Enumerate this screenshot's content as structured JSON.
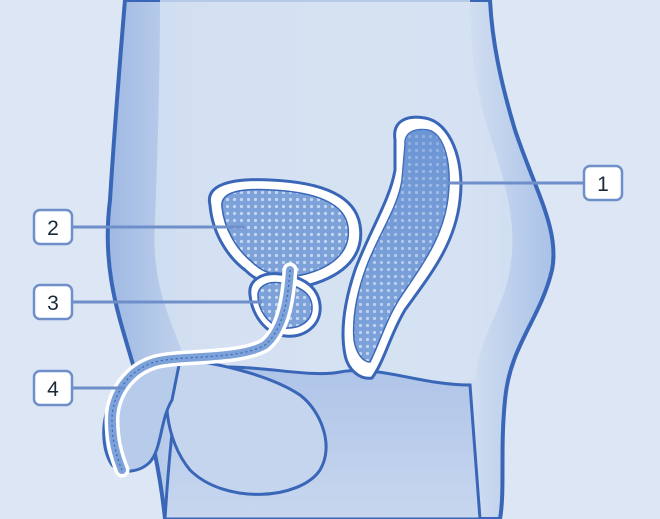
{
  "figure": {
    "colors": {
      "background": "#dde6f4",
      "body_fill": "#c9d8ee",
      "body_outline": "#3a66b8",
      "organ_fill": "#6e97d6",
      "organ_dots": "#c9d8ee",
      "callout_stroke": "#6e8fc9",
      "callout_fill": "#ffffff"
    },
    "callouts": [
      {
        "id": "1",
        "label": "1"
      },
      {
        "id": "2",
        "label": "2"
      },
      {
        "id": "3",
        "label": "3"
      },
      {
        "id": "4",
        "label": "4"
      }
    ]
  }
}
